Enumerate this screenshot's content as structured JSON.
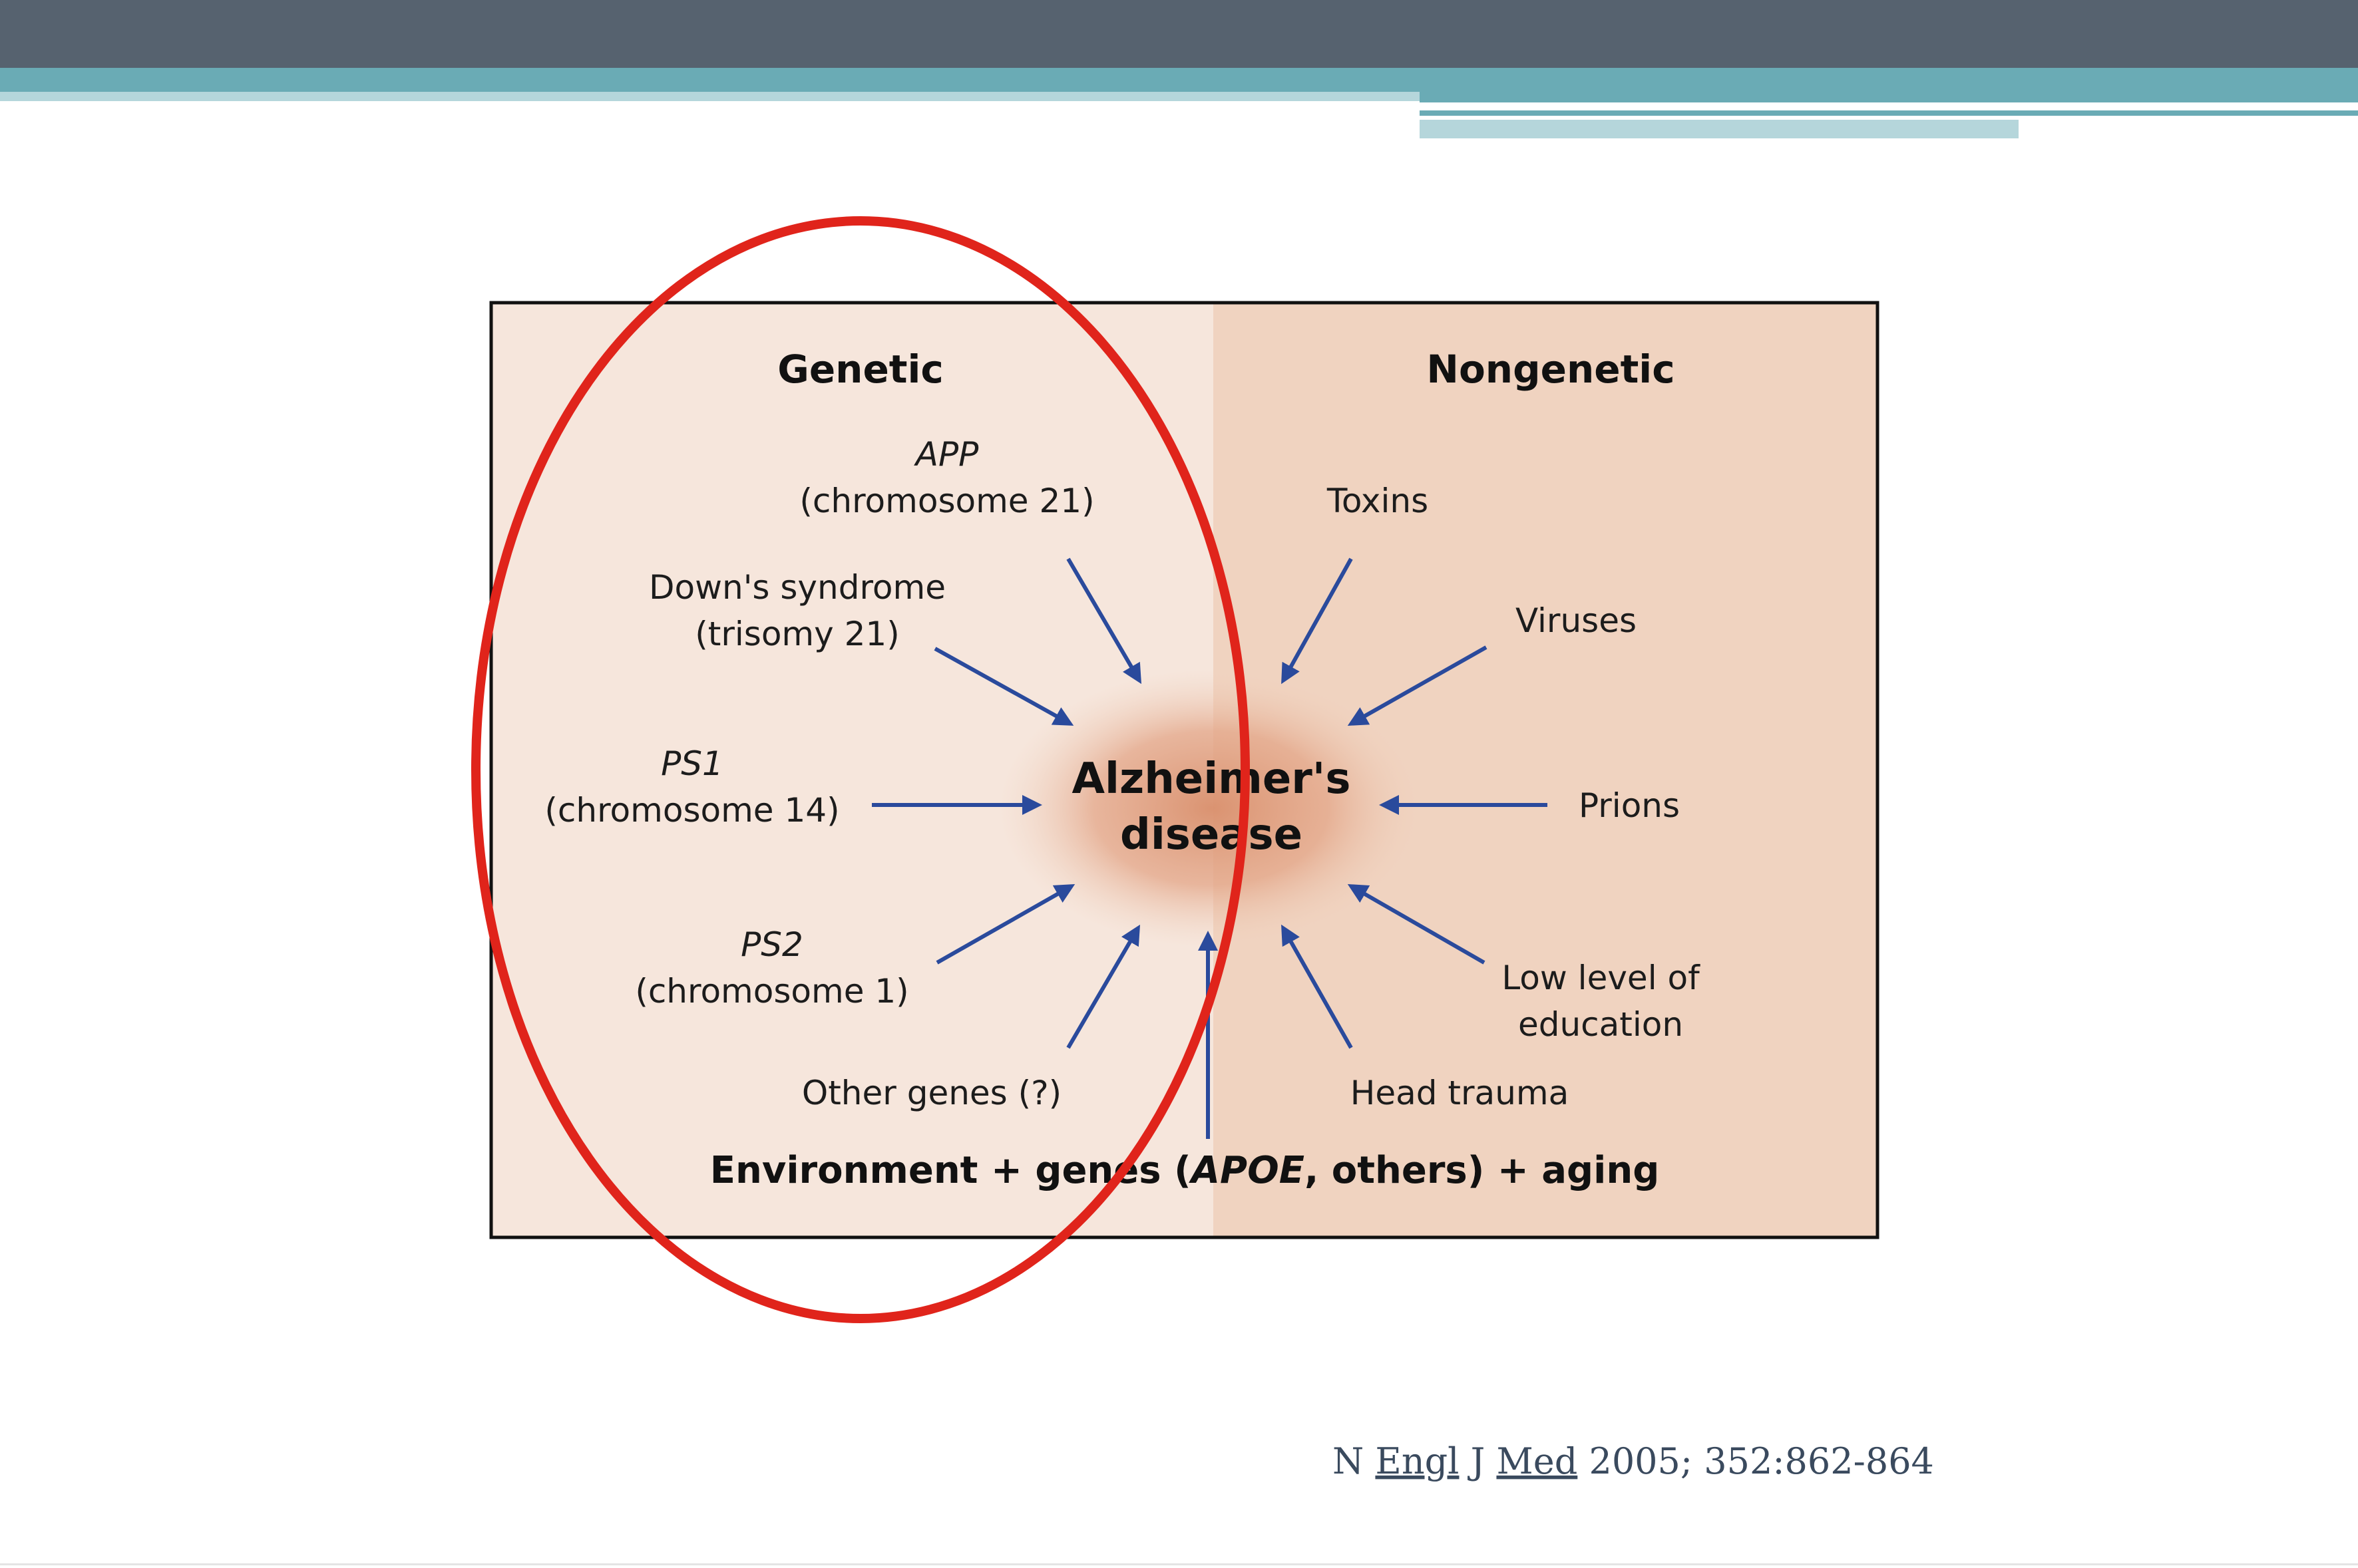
{
  "diagram": {
    "genetic_header": "Genetic",
    "nongenetic_header": "Nongenetic",
    "center_line1": "Alzheimer's",
    "center_line2": "disease",
    "genetic_factors": {
      "app_name": "APP",
      "app_loc": "(chromosome 21)",
      "downs_name": "Down's syndrome",
      "downs_loc": "(trisomy 21)",
      "ps1_name": "PS1",
      "ps1_loc": "(chromosome 14)",
      "ps2_name": "PS2",
      "ps2_loc": "(chromosome 1)",
      "other": "Other genes (?)"
    },
    "nongenetic_factors": {
      "toxins": "Toxins",
      "viruses": "Viruses",
      "prions": "Prions",
      "education_line1": "Low level of",
      "education_line2": "education",
      "head_trauma": "Head trauma"
    },
    "bottom": {
      "part1": "Environment + genes (",
      "apoe": "APOE",
      "part2": ", others) + aging"
    }
  },
  "citation": {
    "journal_abbrev_1": "N",
    "journal_abbrev_2": "Engl",
    "journal_abbrev_3": "J",
    "journal_abbrev_4": "Med",
    "details": "2005; 352:862-864"
  },
  "colors": {
    "top_bar_dark": "#56626f",
    "top_bar_teal": "#6aabb5",
    "top_bar_light": "#b5d6db",
    "panel_left": "#f6e6dc",
    "panel_right": "#f0d3c0",
    "arrow": "#2a4a9c",
    "highlight_ellipse": "#e0241b"
  }
}
